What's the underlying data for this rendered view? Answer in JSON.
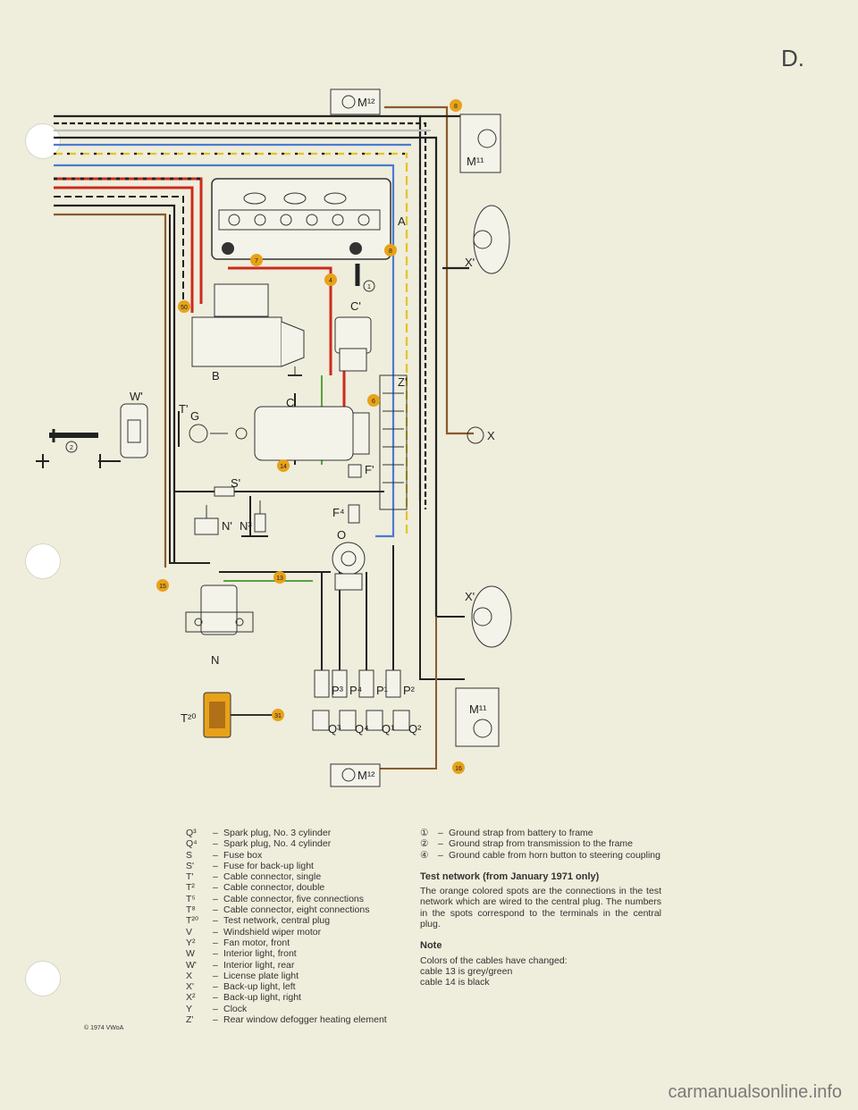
{
  "page_letter": "D.",
  "components": {
    "a": "A",
    "b": "B",
    "c": "C",
    "c1": "C'",
    "g": "G",
    "n": "N",
    "n1": "N'",
    "n3": "N³",
    "o": "O",
    "s1": "S'",
    "t1": "T'",
    "t20": "T²⁰",
    "w1": "W'",
    "x": "X",
    "x1": "X'",
    "x2": "X'",
    "z1": "Z'",
    "f1": "F'",
    "f4": "F⁴",
    "m12_top": "M¹²",
    "m12_bottom": "M¹²",
    "m11_top": "M¹¹",
    "m11_bottom": "M¹¹",
    "p3": "P³",
    "p4": "P⁴",
    "p1": "P¹",
    "p2": "P²",
    "q3": "Q³",
    "q4": "Q⁴",
    "q1": "Q¹",
    "q2": "Q²"
  },
  "test_points": [
    "8",
    "8",
    "7",
    "4",
    "50",
    "6",
    "14",
    "15",
    "13",
    "31",
    "16"
  ],
  "ground_marks": [
    "1",
    "2"
  ],
  "legend_left": [
    {
      "code": "Q³",
      "text": "Spark plug, No. 3 cylinder"
    },
    {
      "code": "Q⁴",
      "text": "Spark plug, No. 4 cylinder"
    },
    {
      "code": "S",
      "text": "Fuse box"
    },
    {
      "code": "S'",
      "text": "Fuse for back-up light"
    },
    {
      "code": "T'",
      "text": "Cable connector, single"
    },
    {
      "code": "T²",
      "text": "Cable connector, double"
    },
    {
      "code": "T⁵",
      "text": "Cable connector, five connections"
    },
    {
      "code": "T⁸",
      "text": "Cable connector, eight connections"
    },
    {
      "code": "T²⁰",
      "text": "Test network, central plug"
    },
    {
      "code": "V",
      "text": "Windshield wiper motor"
    },
    {
      "code": "Y²",
      "text": "Fan motor, front"
    },
    {
      "code": "W",
      "text": "Interior light, front"
    },
    {
      "code": "W'",
      "text": "Interior light, rear"
    },
    {
      "code": "X",
      "text": "License plate light"
    },
    {
      "code": "X'",
      "text": "Back-up light, left"
    },
    {
      "code": "X²",
      "text": "Back-up light, right"
    },
    {
      "code": "Y",
      "text": "Clock"
    },
    {
      "code": "Z'",
      "text": "Rear window defogger heating element"
    }
  ],
  "legend_right": [
    {
      "code": "①",
      "text": "Ground strap from battery to frame"
    },
    {
      "code": "②",
      "text": "Ground strap from transmission to the frame"
    },
    {
      "code": "④",
      "text": "Ground cable from horn button to steering coupling"
    }
  ],
  "test_network_heading": "Test network (from January 1971 only)",
  "test_network_text": "The orange colored spots are the connections in the test network which are wired to the central plug. The numbers in the spots correspond to the terminals in the central plug.",
  "note_heading": "Note",
  "note_lines": [
    "Colors of the cables have changed:",
    "cable 13 is grey/green",
    "cable 14 is black"
  ],
  "copyright": "© 1974 VWoA",
  "footer": "carmanualsonline.info",
  "colors": {
    "orange_spot": "#e8a21a",
    "red_wire": "#cc2a1c",
    "blue_wire": "#4a7bd0",
    "brown_wire": "#8a5a2b",
    "yellow_wire": "#e6c325",
    "green_wire": "#5aa042"
  }
}
